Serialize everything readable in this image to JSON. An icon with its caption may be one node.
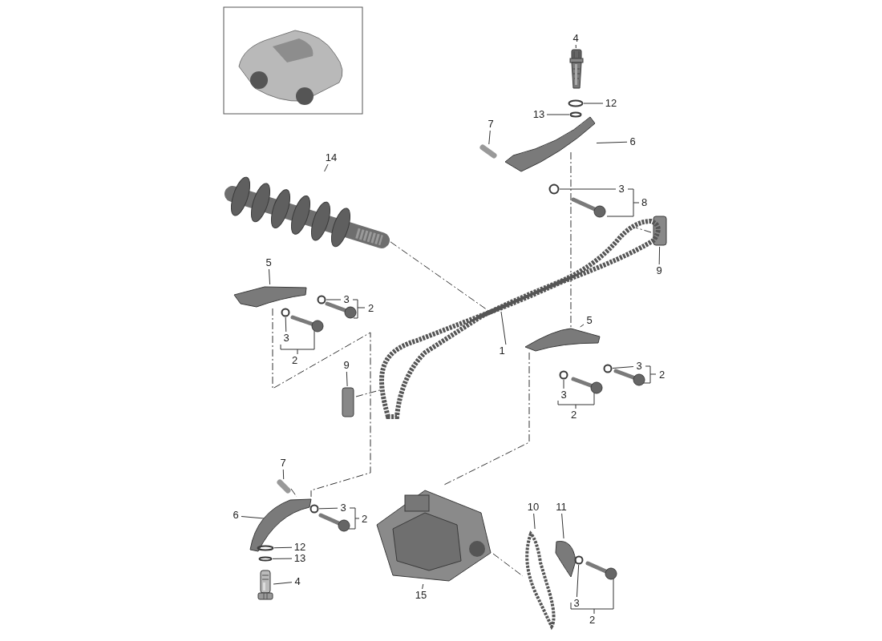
{
  "diagram": {
    "nodes": [
      {
        "text": [],
        "shape": "picture"
      },
      {
        "text": [
          "4"
        ]
      },
      {
        "text": [],
        "shape": "picture"
      },
      {
        "text": [
          "12"
        ]
      },
      {
        "text": [],
        "shape": "circle"
      },
      {
        "text": [
          "13"
        ]
      },
      {
        "text": [],
        "shape": "circle"
      },
      {
        "text": [
          "7"
        ]
      },
      {
        "text": [],
        "shape": "picture"
      },
      {
        "text": [
          "6"
        ]
      },
      {
        "text": [],
        "shape": "picture"
      },
      {
        "text": [
          "3"
        ]
      },
      {
        "text": [],
        "shape": "circle"
      },
      {
        "text": [],
        "shape": "picture"
      },
      {
        "text": [
          "14"
        ]
      },
      {
        "text": [],
        "shape": "picture"
      },
      {
        "text": [
          "9"
        ]
      },
      {
        "text": [],
        "shape": "box"
      },
      {
        "text": [],
        "shape": "picture"
      },
      {
        "text": [
          "5"
        ]
      },
      {
        "text": [],
        "shape": "picture"
      },
      {
        "text": [
          "3"
        ]
      },
      {
        "text": [],
        "shape": "circle"
      },
      {
        "text": [],
        "shape": "picture"
      },
      {
        "text": [
          "3"
        ]
      },
      {
        "text": [],
        "shape": "circle"
      },
      {
        "text": [],
        "shape": "picture"
      },
      {
        "text": [
          "1"
        ]
      },
      {
        "text": [
          "5"
        ]
      },
      {
        "text": [],
        "shape": "picture"
      },
      {
        "text": [
          "3"
        ]
      },
      {
        "text": [],
        "shape": "circle"
      },
      {
        "text": [],
        "shape": "picture"
      },
      {
        "text": [
          "3"
        ]
      },
      {
        "text": [],
        "shape": "circle"
      },
      {
        "text": [],
        "shape": "picture"
      },
      {
        "text": [
          "9"
        ]
      },
      {
        "text": [],
        "shape": "box"
      },
      {
        "text": [
          "7"
        ]
      },
      {
        "text": [],
        "shape": "picture"
      },
      {
        "text": [
          "6"
        ]
      },
      {
        "text": [],
        "shape": "picture"
      },
      {
        "text": [
          "3"
        ]
      },
      {
        "text": [],
        "shape": "circle"
      },
      {
        "text": [],
        "shape": "picture"
      },
      {
        "text": [
          "12"
        ]
      },
      {
        "text": [],
        "shape": "circle"
      },
      {
        "text": [
          "13"
        ]
      },
      {
        "text": [],
        "shape": "circle"
      },
      {
        "text": [
          "4"
        ]
      },
      {
        "text": [],
        "shape": "picture"
      },
      {
        "text": [
          "15"
        ]
      },
      {
        "text": [],
        "shape": "picture"
      },
      {
        "text": [
          "10"
        ]
      },
      {
        "text": [],
        "shape": "picture"
      },
      {
        "text": [
          "11"
        ]
      },
      {
        "text": [],
        "shape": "picture"
      },
      {
        "text": [
          "3"
        ]
      },
      {
        "text": [],
        "shape": "circle"
      },
      {
        "text": [],
        "shape": "picture"
      }
    ],
    "edges": [
      {
        "from": 1,
        "to": 2,
        "arrow": "none"
      },
      {
        "from": 3,
        "to": 4,
        "arrow": "none"
      },
      {
        "from": 5,
        "to": 6,
        "arrow": "none"
      },
      {
        "from": 7,
        "to": 8,
        "arrow": "none"
      },
      {
        "from": 9,
        "to": 10,
        "arrow": "none"
      },
      {
        "from": 11,
        "to": 12,
        "arrow": "none"
      },
      {
        "from": 14,
        "to": 15,
        "arrow": "none"
      },
      {
        "from": 16,
        "to": 17,
        "arrow": "none"
      },
      {
        "from": 19,
        "to": 20,
        "arrow": "none"
      },
      {
        "from": 21,
        "to": 22,
        "arrow": "none"
      },
      {
        "from": 24,
        "to": 25,
        "arrow": "none"
      },
      {
        "from": 27,
        "to": 18,
        "arrow": "none"
      },
      {
        "from": 28,
        "to": 29,
        "arrow": "none"
      },
      {
        "from": 30,
        "to": 31,
        "arrow": "none"
      },
      {
        "from": 33,
        "to": 34,
        "arrow": "none"
      },
      {
        "from": 36,
        "to": 37,
        "arrow": "none"
      },
      {
        "from": 38,
        "to": 39,
        "arrow": "none"
      },
      {
        "from": 40,
        "to": 41,
        "arrow": "none"
      },
      {
        "from": 42,
        "to": 43,
        "arrow": "none"
      },
      {
        "from": 45,
        "to": 46,
        "arrow": "none"
      },
      {
        "from": 47,
        "to": 48,
        "arrow": "none"
      },
      {
        "from": 49,
        "to": 50,
        "arrow": "none"
      },
      {
        "from": 51,
        "to": 52,
        "arrow": "none"
      },
      {
        "from": 53,
        "to": 54,
        "arrow": "none"
      },
      {
        "from": 55,
        "to": 56,
        "arrow": "none"
      },
      {
        "from": 57,
        "to": 58,
        "arrow": "none"
      },
      {
        "from": 15,
        "to": 18,
        "arrow": "none",
        "style": "dashed"
      },
      {
        "from": 10,
        "to": 29,
        "arrow": "none",
        "style": "dashed"
      },
      {
        "from": 17,
        "to": 18,
        "arrow": "none",
        "style": "dashed"
      },
      {
        "from": 20,
        "to": 41,
        "arrow": "none",
        "style": "dashed"
      },
      {
        "from": 37,
        "to": 18,
        "arrow": "none",
        "style": "dashed"
      },
      {
        "from": 29,
        "to": 52,
        "arrow": "none",
        "style": "dashed"
      },
      {
        "from": 52,
        "to": 54,
        "arrow": "none",
        "style": "dashed"
      },
      {
        "from": 39,
        "to": 41,
        "arrow": "none",
        "style": "dashed"
      }
    ],
    "labels": [
      "8",
      "2",
      "2",
      "2",
      "2",
      "2",
      "2"
    ]
  }
}
